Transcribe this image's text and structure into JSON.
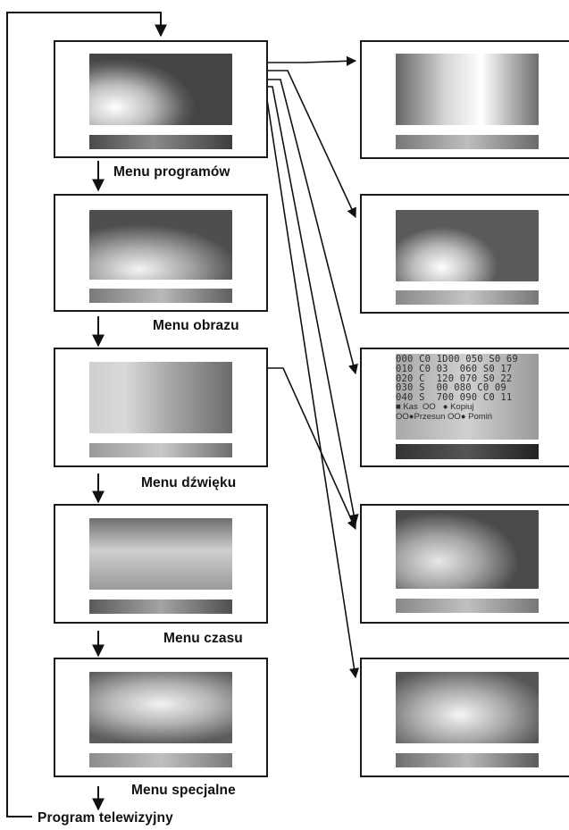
{
  "menus": [
    {
      "label": "Menu programów"
    },
    {
      "label": "Menu obrazu"
    },
    {
      "label": "Menu dźwięku"
    },
    {
      "label": "Menu czasu"
    },
    {
      "label": "Menu specjalne"
    }
  ],
  "bottom_label": "Program telewizyjny",
  "program_table": {
    "rows": [
      "000 C0 1D00 050 S0 69",
      "010 C0 03  060 S0 17",
      "020 C  120 070 S0 22",
      "030 S  00 080 C0 09",
      "040 S  700 090 C0 11"
    ],
    "actions": [
      "■ Kas  OO   ● Kopiuj",
      "OO●Przesun OO● Pomiń"
    ]
  }
}
